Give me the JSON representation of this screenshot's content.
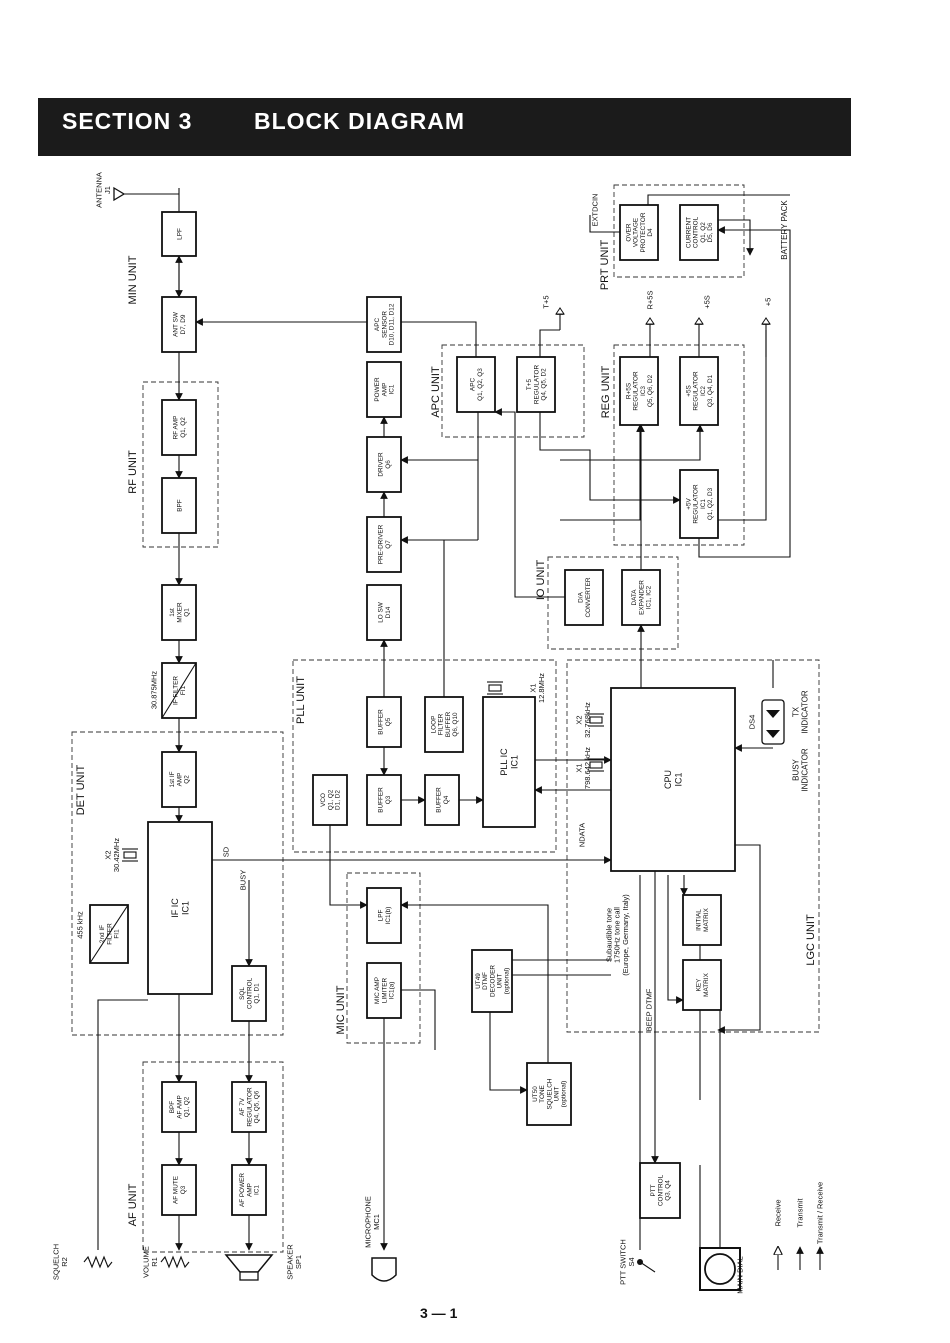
{
  "header": {
    "section": "SECTION 3",
    "title": "BLOCK DIAGRAM"
  },
  "page_number": "3 — 1",
  "units": [
    {
      "id": "min",
      "label": "MIN UNIT"
    },
    {
      "id": "rf",
      "label": "RF UNIT"
    },
    {
      "id": "det",
      "label": "DET UNIT"
    },
    {
      "id": "af",
      "label": "AF UNIT"
    },
    {
      "id": "pll",
      "label": "PLL UNIT"
    },
    {
      "id": "mic",
      "label": "MIC UNIT"
    },
    {
      "id": "apc",
      "label": "APC UNIT"
    },
    {
      "id": "reg",
      "label": "REG UNIT"
    },
    {
      "id": "prt",
      "label": "PRT UNIT"
    },
    {
      "id": "io",
      "label": "IO UNIT"
    },
    {
      "id": "lgc",
      "label": "LGC UNIT"
    }
  ],
  "blocks": [
    {
      "id": "lpf",
      "lines": [
        "LPF"
      ]
    },
    {
      "id": "antsw",
      "lines": [
        "ANT SW",
        "D7, D9"
      ]
    },
    {
      "id": "rfamp",
      "lines": [
        "RF AMP",
        "Q1, Q2"
      ]
    },
    {
      "id": "bpf",
      "lines": [
        "BPF"
      ]
    },
    {
      "id": "mixer",
      "lines": [
        "1st",
        "MIXER",
        "Q1"
      ]
    },
    {
      "id": "iffilter",
      "lines": [
        "IF FILTER",
        "FI1"
      ]
    },
    {
      "id": "ifamp",
      "lines": [
        "1st IF",
        "AMP",
        "Q2"
      ]
    },
    {
      "id": "ific",
      "lines": [
        "IF IC",
        "IC1"
      ]
    },
    {
      "id": "filter2",
      "lines": [
        "2nd IF",
        "FILTER",
        "FI1"
      ]
    },
    {
      "id": "sql",
      "lines": [
        "SQL",
        "CONTROL",
        "Q1, D1"
      ]
    },
    {
      "id": "bpfaf",
      "lines": [
        "BPF",
        "AF AMP",
        "Q1, Q2"
      ]
    },
    {
      "id": "af7v",
      "lines": [
        "AF 7V",
        "REGULATOR",
        "Q4, Q5, Q6"
      ]
    },
    {
      "id": "afmute",
      "lines": [
        "AF MUTE",
        "Q3"
      ]
    },
    {
      "id": "afpower",
      "lines": [
        "AF POWER",
        "AMP",
        "IC1"
      ]
    },
    {
      "id": "vco",
      "lines": [
        "VCO",
        "Q1, Q2",
        "D1, D2"
      ]
    },
    {
      "id": "buffer5",
      "lines": [
        "BUFFER",
        "Q5"
      ]
    },
    {
      "id": "buffer3",
      "lines": [
        "BUFFER",
        "Q3"
      ]
    },
    {
      "id": "buffer4",
      "lines": [
        "BUFFER",
        "Q4"
      ]
    },
    {
      "id": "loopfilter",
      "lines": [
        "LOOP",
        "FILTER",
        "BUFFER",
        "Q6, Q10"
      ]
    },
    {
      "id": "pllic",
      "lines": [
        "PLL IC",
        "IC1"
      ]
    },
    {
      "id": "losw",
      "lines": [
        "LO SW",
        "D14"
      ]
    },
    {
      "id": "predriver",
      "lines": [
        "PRE-DRIVER",
        "Q7"
      ]
    },
    {
      "id": "driver",
      "lines": [
        "DRIVER",
        "Q6"
      ]
    },
    {
      "id": "poweramp",
      "lines": [
        "POWER",
        "AMP",
        "IC1"
      ]
    },
    {
      "id": "apcsensor",
      "lines": [
        "APC",
        "SENSOR",
        "D10, D11, D12"
      ]
    },
    {
      "id": "apc",
      "lines": [
        "APC",
        "Q1, Q2, Q3"
      ]
    },
    {
      "id": "t5reg",
      "lines": [
        "T+5",
        "REGULATOR",
        "Q4, Q5, D2"
      ]
    },
    {
      "id": "r5reg",
      "lines": [
        "R+5S",
        "REGULATOR",
        "IC3",
        "Q5, Q6, D2"
      ]
    },
    {
      "id": "p5sreg",
      "lines": [
        "+5S",
        "REGULATOR",
        "IC2",
        "Q3, Q4, D1"
      ]
    },
    {
      "id": "p5vreg",
      "lines": [
        "+5V",
        "REGULATOR",
        "IC1",
        "Q1, Q2, D3"
      ]
    },
    {
      "id": "overvolt",
      "lines": [
        "OVER",
        "VOLTAGE",
        "PROTECTOR",
        "D4"
      ]
    },
    {
      "id": "current",
      "lines": [
        "CURRENT",
        "CONTROL",
        "Q1, Q2",
        "D5, D6"
      ]
    },
    {
      "id": "da",
      "lines": [
        "D/A",
        "CONVERTER"
      ]
    },
    {
      "id": "dataexp",
      "lines": [
        "DATA",
        "EXPANDER",
        "IC1, IC2"
      ]
    },
    {
      "id": "cpu",
      "lines": [
        "CPU",
        "IC1"
      ]
    },
    {
      "id": "initmatrix",
      "lines": [
        "INITIAL",
        "MATRIX"
      ]
    },
    {
      "id": "keymatrix",
      "lines": [
        "KEY",
        "MATRIX"
      ]
    },
    {
      "id": "lpfmic",
      "lines": [
        "LPF",
        "IC1(b)"
      ]
    },
    {
      "id": "micamp",
      "lines": [
        "MIC AMP",
        "LIMITER",
        "IC1(a)"
      ]
    },
    {
      "id": "ut49",
      "lines": [
        "UT49",
        "DTMF",
        "DECODER",
        "UNIT",
        "(optional)"
      ]
    },
    {
      "id": "ut50",
      "lines": [
        "UT50",
        "TONE",
        "SQUELCH",
        "UNIT",
        "(optional)"
      ]
    },
    {
      "id": "ptt",
      "lines": [
        "PTT",
        "CONTROL",
        "Q3, Q4"
      ]
    }
  ],
  "labels": {
    "antenna": [
      "ANTENNA",
      "J1"
    ],
    "extdcin": "EXTDCIN",
    "battery": "BATTERY PACK",
    "t5": "T+5",
    "r5s": "R+5S",
    "p5s": "+5S",
    "p5": "+5",
    "freq_if": "30.875MHz",
    "x2_det": [
      "X2",
      "30.42MHz"
    ],
    "freq_455": "455 kHz",
    "sd": "SD",
    "busy": "BUSY",
    "x1_pll": [
      "X1",
      "12.8MHz"
    ],
    "x2_cpu": [
      "X2",
      "32.768kHz"
    ],
    "x1_cpu": [
      "X1",
      "798.642 kHz"
    ],
    "ndata": "NDATA",
    "ds4": "DS4",
    "tx_ind": [
      "TX",
      "INDICATOR"
    ],
    "busy_ind": [
      "BUSY",
      "INDICATOR"
    ],
    "subaudible": [
      "Subaudible tone",
      "1750Hz tone call",
      "(Europe, Germany, Italy)"
    ],
    "beep": "BEEP DTMF",
    "squelch": [
      "SQUELCH",
      "R2"
    ],
    "volume": [
      "VOLUME",
      "R1"
    ],
    "speaker": [
      "SPEAKER",
      "SP1"
    ],
    "microphone": [
      "MICROPHONE",
      "MC1"
    ],
    "ptt_switch": [
      "PTT SWITCH",
      "S4"
    ],
    "main_dial": "MAIN DIAL"
  },
  "legend": [
    {
      "id": "receive",
      "label": "Receive"
    },
    {
      "id": "transmit",
      "label": "Transmit"
    },
    {
      "id": "transmit-receive",
      "label": "Transmit / Receive"
    }
  ]
}
